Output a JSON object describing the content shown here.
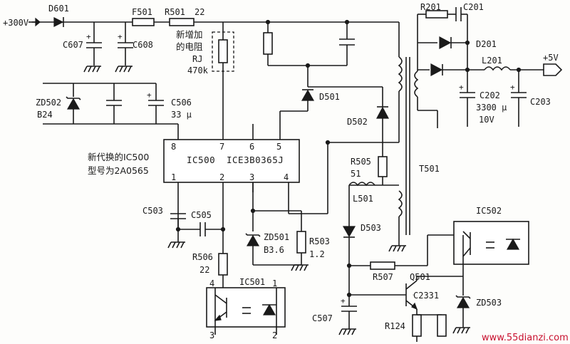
{
  "supply": {
    "in": "+300V",
    "out": "+5V"
  },
  "notes": {
    "rj_lines": [
      "新增加",
      "的电阻",
      "RJ",
      "470k"
    ],
    "ic_lines": [
      "新代换的IC500",
      "型号为2A0565"
    ]
  },
  "ic500": {
    "ref": "IC500",
    "part": "ICE3B0365J",
    "pins": [
      "8",
      "7",
      "6",
      "5",
      "1",
      "2",
      "3",
      "4"
    ]
  },
  "components": {
    "D601": "D601",
    "F501": "F501",
    "R501": "R501",
    "R501v": "22",
    "C607": "C607",
    "C608": "C608",
    "ZD502": "ZD502",
    "ZD502v": "B24",
    "C506": "C506",
    "C506v": "33 μ",
    "D501": "D501",
    "D502": "D502",
    "R505": "R505",
    "R505v": "51",
    "T501": "T501",
    "L501": "L501",
    "D503": "D503",
    "C503": "C503",
    "C505": "C505",
    "ZD501": "ZD501",
    "ZD501v": "B3.6",
    "R503": "R503",
    "R503v": "1.2",
    "R506": "R506",
    "R506v": "22",
    "IC501": "IC501",
    "R201": "R201",
    "C201": "C201",
    "D201": "D201",
    "L201": "L201",
    "C202": "C202",
    "C202v1": "3300 μ",
    "C202v2": "10V",
    "C203": "C203",
    "IC502": "IC502",
    "R507": "R507",
    "Q501": "Q501",
    "C2331": "C2331",
    "ZD503": "ZD503",
    "C507": "C507",
    "R124": "R124"
  },
  "pins": {
    "ic501_4": "4",
    "ic501_1": "1",
    "ic501_3": "3",
    "ic501_2": "2"
  },
  "watermark": "www.55dianzi.com"
}
